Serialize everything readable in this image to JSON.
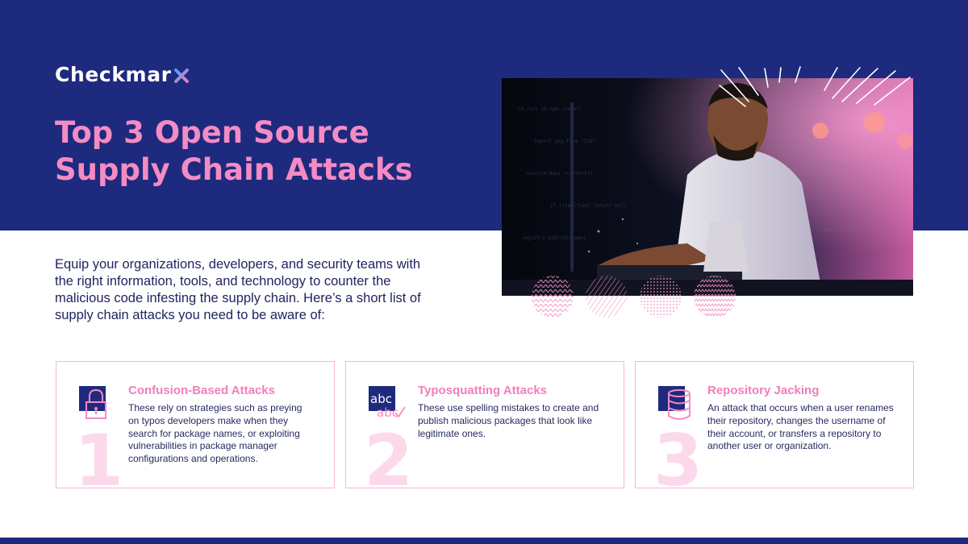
{
  "logo": {
    "text": "Checkmar"
  },
  "title": {
    "line1": "Top 3 Open Source",
    "line2": "Supply Chain Attacks"
  },
  "intro": "Equip your organizations, developers, and security teams with the right information, tools, and technology to counter the malicious code infesting the supply chain. Here’s a short list of supply chain attacks you need to be aware of:",
  "cards": [
    {
      "number": "1",
      "icon": "padlock-icon",
      "title": "Confusion-Based Attacks",
      "description": "These rely on strategies such as preying on typos developers make when they search for package names, or exploiting vulnerabilities in package manager configurations and operations."
    },
    {
      "number": "2",
      "icon": "abc-typo-icon",
      "icon_text": "abc",
      "title": "Typosquatting Attacks",
      "description": "These use spelling mistakes to create and publish malicious packages that look like legitimate ones."
    },
    {
      "number": "3",
      "icon": "database-icon",
      "title": "Repository Jacking",
      "description": "An attack that occurs when a user renames their repository, changes the username of their account, or transfers a repository to another user or organization."
    }
  ],
  "colors": {
    "navy": "#1e2a7d",
    "pink": "#f48bc4",
    "light_pink": "#fcd9ea",
    "text": "#1f2460"
  }
}
